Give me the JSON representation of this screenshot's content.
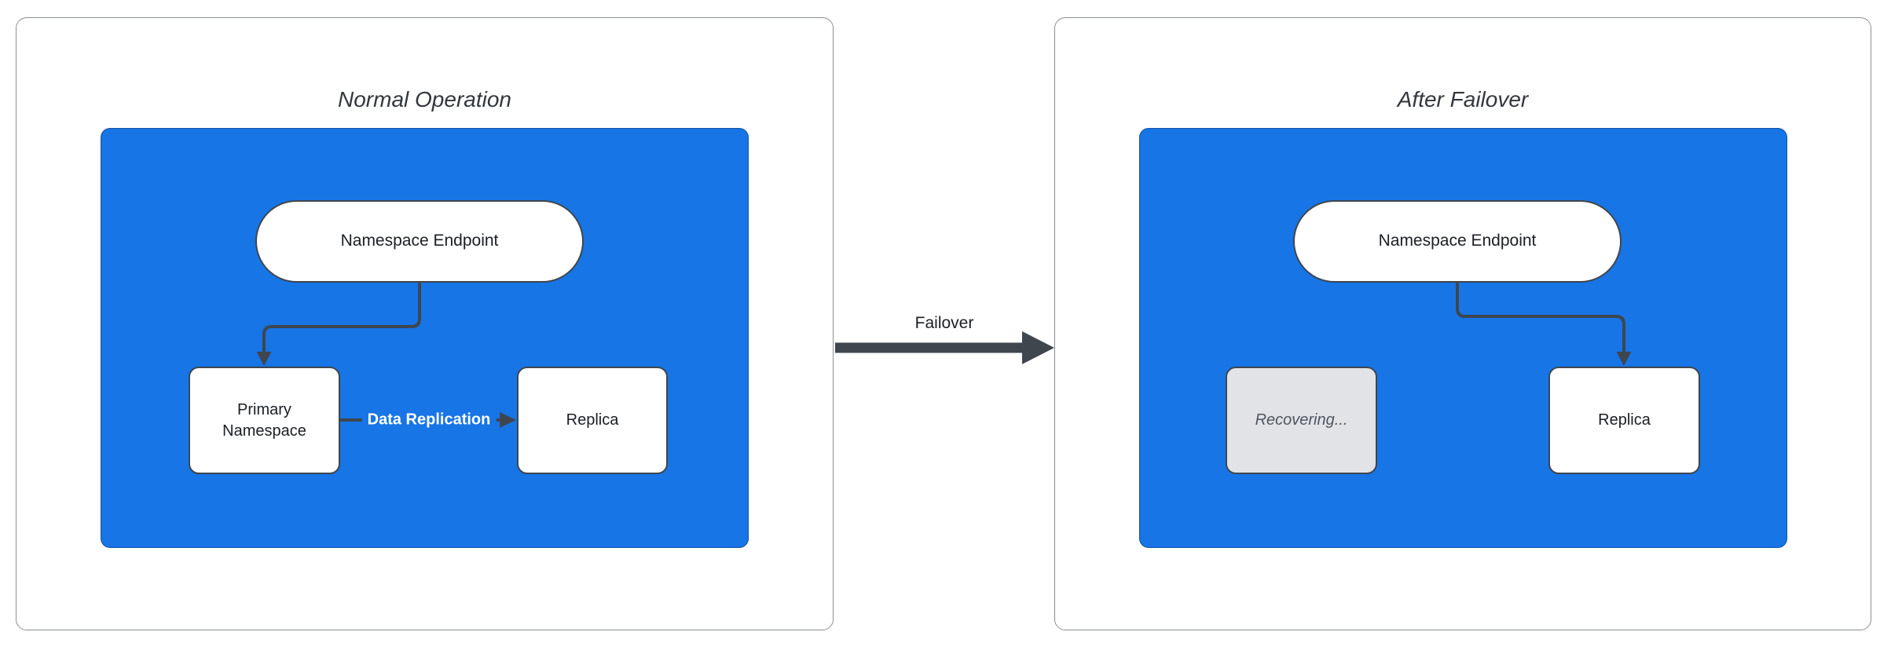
{
  "colors": {
    "blue": "#1775E6",
    "stroke": "#3F464E",
    "panel_border": "#8C8F94",
    "node_text": "#1B1E23",
    "title_text": "#33373C",
    "recovering_fill": "#E2E3E6",
    "recovering_text": "#4E565F",
    "edge_label_text": "#FFFFFF",
    "node_fill": "#FFFFFF"
  },
  "panels": [
    {
      "title": "Normal Operation",
      "endpoint_label": "Namespace Endpoint",
      "left_node_label": "Primary Namespace",
      "right_node_label": "Replica",
      "edge_label": "Data Replication"
    },
    {
      "title": "After Failover",
      "endpoint_label": "Namespace Endpoint",
      "left_node_label": "Recovering...",
      "right_node_label": "Replica"
    }
  ],
  "transition": {
    "label": "Failover"
  }
}
